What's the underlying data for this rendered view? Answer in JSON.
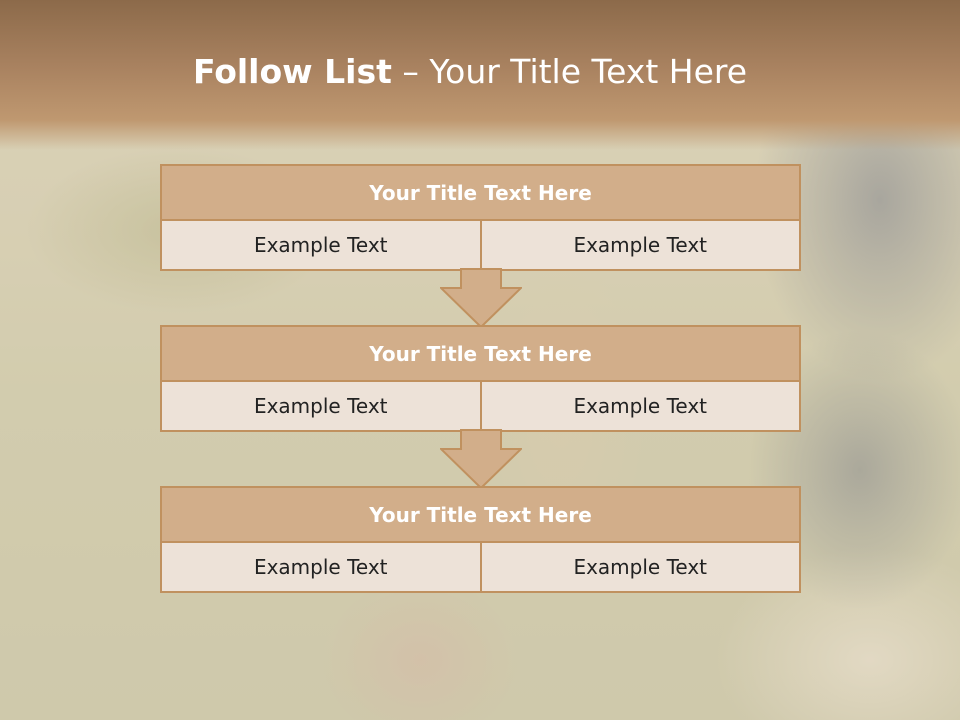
{
  "slide": {
    "title_bold": "Follow List",
    "title_rest": " – Your Title Text Here"
  },
  "steps": [
    {
      "title": "Your Title Text Here",
      "left": "Example Text",
      "right": "Example Text"
    },
    {
      "title": "Your Title Text Here",
      "left": "Example Text",
      "right": "Example Text"
    },
    {
      "title": "Your Title Text Here",
      "left": "Example Text",
      "right": "Example Text"
    }
  ],
  "colors": {
    "header": "#b08868",
    "block_title": "#d2ae8a",
    "block_border": "#c0915f",
    "cell": "#ede2d8"
  }
}
